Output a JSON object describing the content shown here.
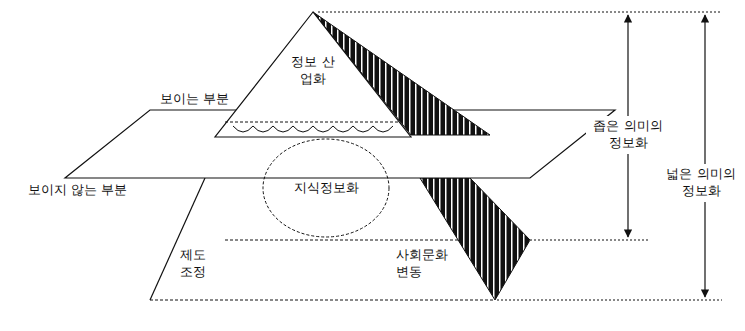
{
  "diagram": {
    "nodes": [
      {
        "text": [
          "정보 산업화"
        ]
      },
      {
        "text": [
          "지식정보화"
        ]
      }
    ],
    "labels": [
      "보이는 부분",
      "보이지 않는 부분",
      "좁은 의미의 정보화",
      "넓은 의미의 정보화",
      "제도 조정",
      "사회문화 변동"
    ]
  }
}
